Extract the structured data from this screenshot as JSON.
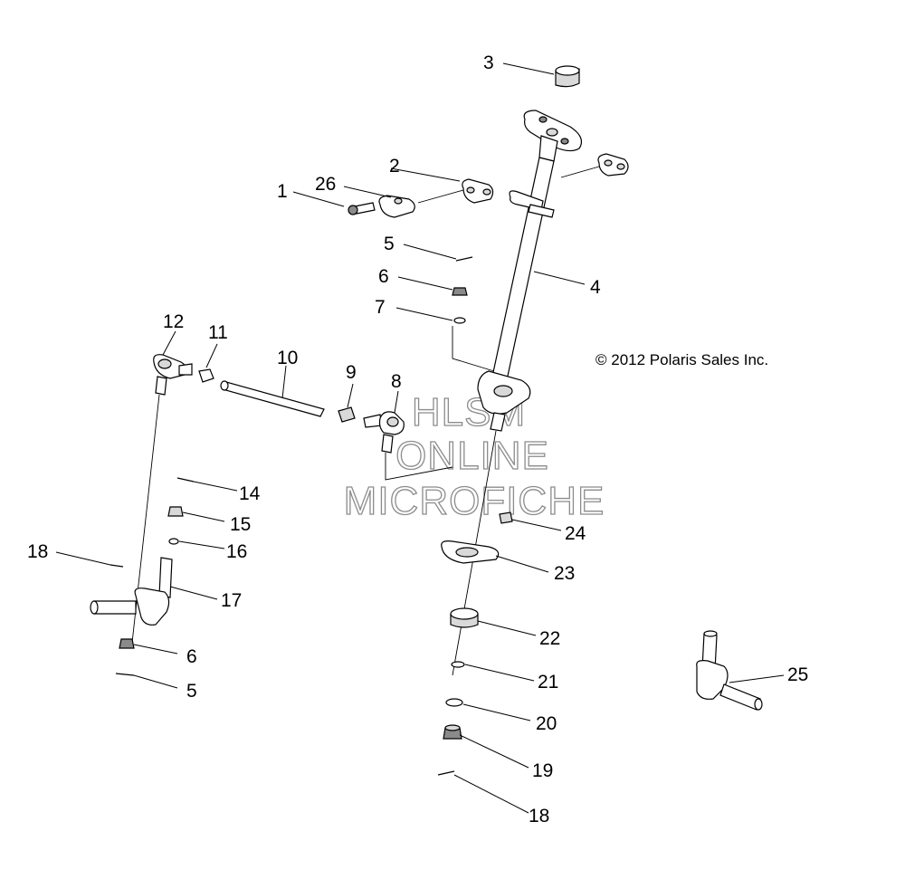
{
  "copyright": "© 2012 Polaris Sales Inc.",
  "watermark": {
    "line1": "HLSM",
    "line2": "ONLINE",
    "line3": "MICROFICHE"
  },
  "callouts": {
    "c1": "1",
    "c2": "2",
    "c3": "3",
    "c4": "4",
    "c5a": "5",
    "c5b": "5",
    "c6a": "6",
    "c6b": "6",
    "c7": "7",
    "c8": "8",
    "c9": "9",
    "c10": "10",
    "c11": "11",
    "c12": "12",
    "c14": "14",
    "c15": "15",
    "c16": "16",
    "c17": "17",
    "c18a": "18",
    "c18b": "18",
    "c19": "19",
    "c20": "20",
    "c21": "21",
    "c22": "22",
    "c23": "23",
    "c24": "24",
    "c25": "25",
    "c26": "26"
  }
}
